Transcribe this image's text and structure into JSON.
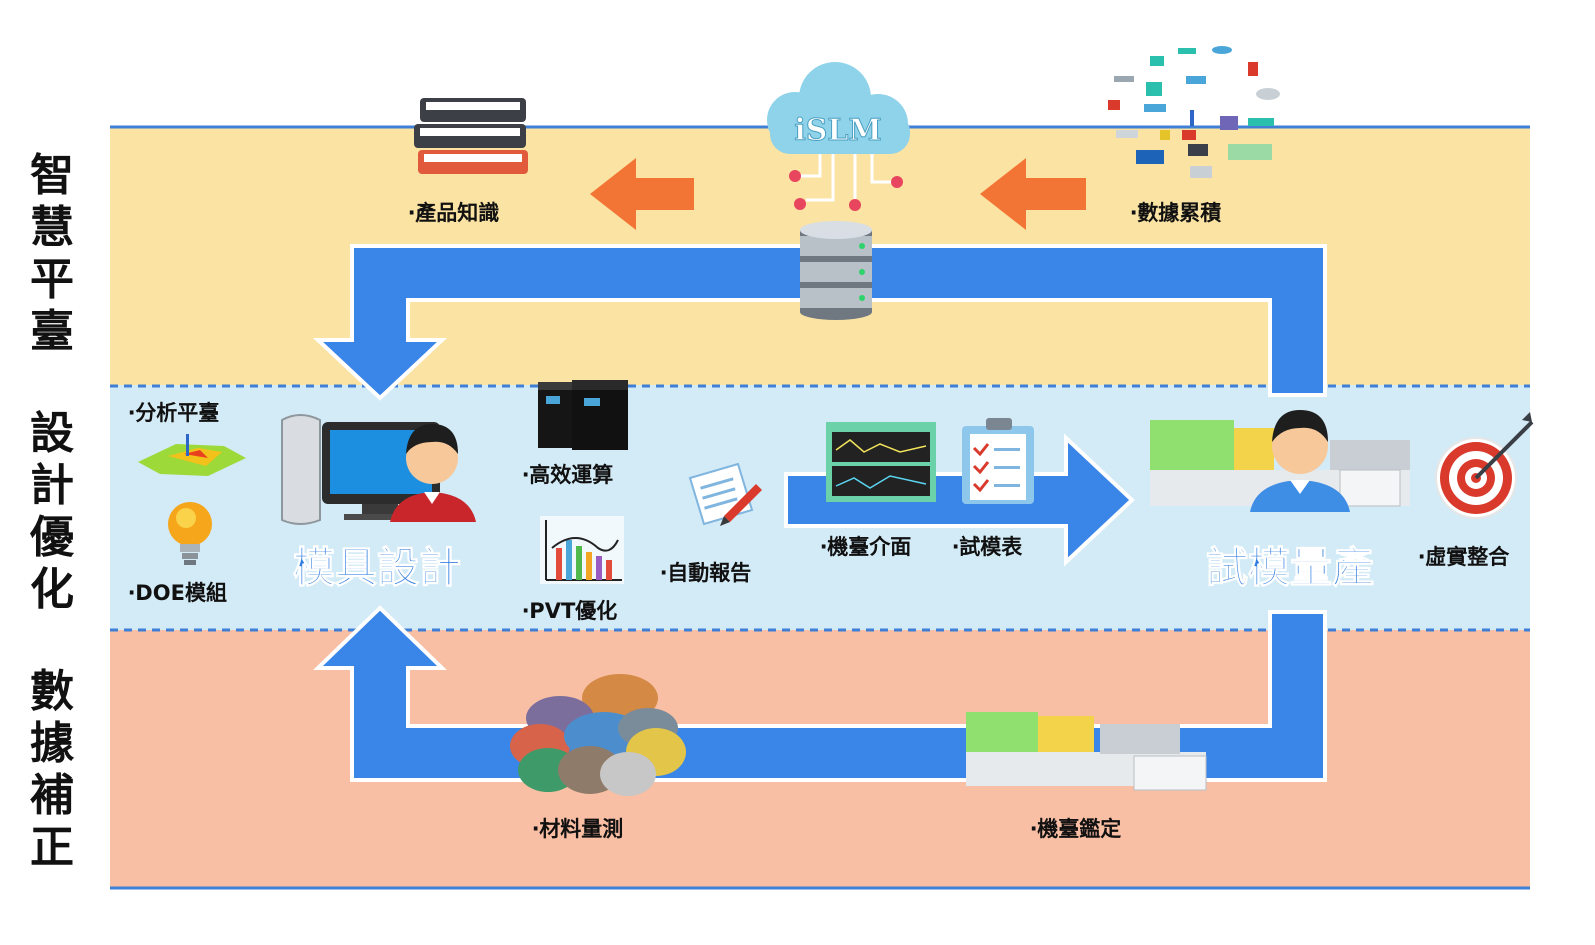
{
  "side_labels": {
    "smart_platform": [
      "智",
      "慧",
      "平",
      "臺"
    ],
    "design_optimization": [
      "設",
      "計",
      "優",
      "化"
    ],
    "data_correction": [
      "數",
      "據",
      "補",
      "正"
    ]
  },
  "cloud": {
    "label": "iSLM"
  },
  "top": {
    "product_knowledge": "‧產品知識",
    "data_accumulation": "‧數據累積"
  },
  "middle": {
    "analysis_platform": "‧分析平臺",
    "doe_module": "‧DOE模組",
    "mold_design": "模具設計",
    "hpc": "‧高效運算",
    "pvt": "‧PVT優化",
    "auto_report": "‧自動報告",
    "machine_interface": "‧機臺介面",
    "trial_sheet": "‧試模表",
    "trial_production": "試模量產",
    "virtual_real": "‧虛實整合"
  },
  "bottom": {
    "material_measurement": "‧材料量測",
    "machine_calibration": "‧機臺鑑定"
  },
  "colors": {
    "band_top": "#fbe3a3",
    "band_middle": "#d3ebf7",
    "band_bottom": "#f9bfa4",
    "band_border": "#3f7fd6",
    "flow_arrow": "#3a86e8",
    "orange_arrow": "#f37535",
    "title_blue": "#2f7de0",
    "text": "#111111"
  }
}
